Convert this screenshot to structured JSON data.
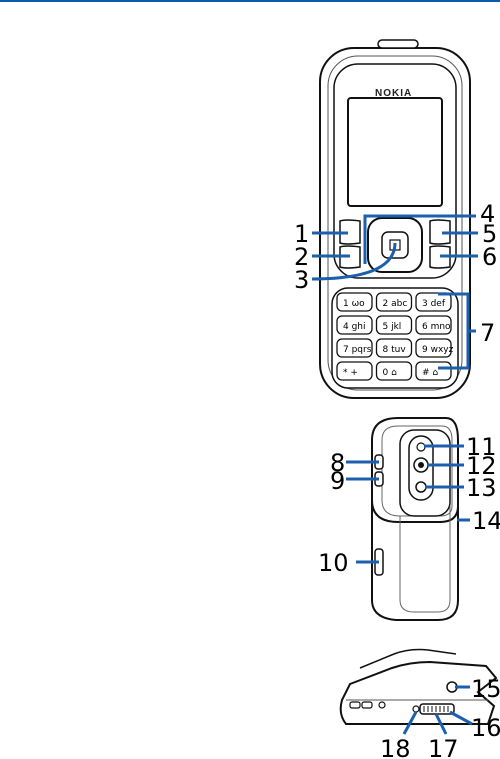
{
  "brand": "NOKIA",
  "callouts": [
    "1",
    "2",
    "3",
    "4",
    "5",
    "6",
    "7",
    "8",
    "9",
    "10",
    "11",
    "12",
    "13",
    "14",
    "15",
    "16",
    "17",
    "18"
  ],
  "keypad": [
    {
      "digit": "1",
      "letters": "ωο"
    },
    {
      "digit": "2",
      "letters": "abc"
    },
    {
      "digit": "3",
      "letters": "def"
    },
    {
      "digit": "4",
      "letters": "ghi"
    },
    {
      "digit": "5",
      "letters": "jkl"
    },
    {
      "digit": "6",
      "letters": "mno"
    },
    {
      "digit": "7",
      "letters": "pqrs"
    },
    {
      "digit": "8",
      "letters": "tuv"
    },
    {
      "digit": "9",
      "letters": "wxyz"
    },
    {
      "digit": "*",
      "letters": "+"
    },
    {
      "digit": "0",
      "letters": "⌂"
    },
    {
      "digit": "#",
      "letters": "⌂"
    }
  ],
  "colors": {
    "callout_line": "#1b5fae",
    "rule": "#0f5aa8"
  }
}
